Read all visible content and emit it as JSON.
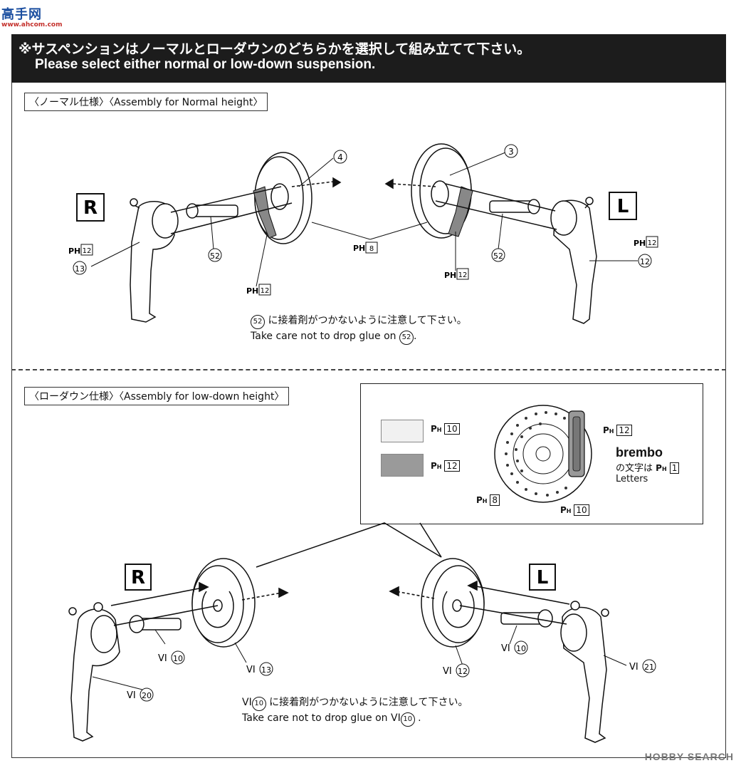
{
  "logo": {
    "main": "高手网",
    "sub": "www.ahcom.com"
  },
  "header": {
    "jp": "※サスペンションはノーマルとローダウンのどちらかを選択して組み立てて下さい。",
    "en": "Please select either normal or low-down suspension."
  },
  "normal": {
    "label": "〈ノーマル仕様〉〈Assembly for Normal height〉",
    "side_r": "R",
    "side_l": "L",
    "note_jp": "に接着剤がつかないように注意して下さい。",
    "note_en": "Take care not to drop glue on",
    "note_part": "52",
    "parts": [
      "4",
      "3",
      "52",
      "52",
      "13",
      "12"
    ],
    "codes": [
      "12",
      "12",
      "8",
      "12",
      "12"
    ],
    "code_prefix": "PH"
  },
  "lowdown": {
    "label": "〈ローダウン仕様〉〈Assembly for low-down height〉",
    "side_r": "R",
    "side_l": "L",
    "note_prefix": "VI",
    "note_part": "10",
    "note_jp": "に接着剤がつかないように注意して下さい。",
    "note_en": "Take care not to drop glue on",
    "labels": {
      "pin_r": "10",
      "disc_r": "13",
      "arm_r": "20",
      "pin_l": "10",
      "disc_l": "12",
      "arm_l": "21"
    }
  },
  "callout": {
    "swatch1_code": "10",
    "swatch2_code": "12",
    "disc_code": "8",
    "center_code": "10",
    "caliper_code": "12",
    "brembo_word": "brembo",
    "brembo_jp": "の文字は",
    "brembo_en": "Letters",
    "letters_code": "1",
    "swatch1_color": "#f1f1f1",
    "swatch2_color": "#9a9a9a"
  },
  "watermark": "HOBBY SEARCH"
}
